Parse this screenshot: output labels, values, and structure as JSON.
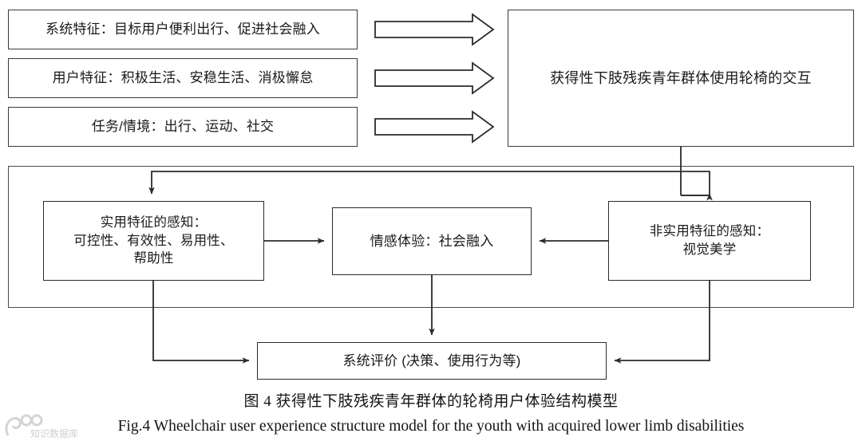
{
  "figure": {
    "id": "fig-4",
    "caption_cn": "图 4   获得性下肢残疾青年群体的轮椅用户体验结构模型",
    "caption_en": "Fig.4 Wheelchair user experience structure model for the youth with acquired lower limb disabilities",
    "watermark_text": "知识数据库"
  },
  "colors": {
    "stroke": "#2b2b2b",
    "container_stroke": "#4a4a4a",
    "text": "#1a1a1a",
    "background": "#ffffff"
  },
  "inputs": [
    {
      "key": "system",
      "label": "系统特征：目标用户便利出行、促进社会融入"
    },
    {
      "key": "user",
      "label": "用户特征：积极生活、安稳生活、消极懈怠"
    },
    {
      "key": "task",
      "label": "任务/情境：出行、运动、社交"
    }
  ],
  "interaction": {
    "label": "获得性下肢残疾青年群体使用轮椅的交互"
  },
  "perception": {
    "utilitarian": "实用特征的感知：\n可控性、有效性、易用性、\n帮助性",
    "emotion": "情感体验：社会融入",
    "non_utilitarian": "非实用特征的感知：\n视觉美学"
  },
  "evaluation": {
    "label": "系统评价 (决策、使用行为等)"
  },
  "connectors": [
    {
      "from": "system",
      "to": "interaction",
      "style": "block-arrow"
    },
    {
      "from": "user",
      "to": "interaction",
      "style": "block-arrow"
    },
    {
      "from": "task",
      "to": "interaction",
      "style": "block-arrow"
    },
    {
      "from": "interaction",
      "to": "utilitarian",
      "style": "line-arrow"
    },
    {
      "from": "interaction",
      "to": "non_utilitarian",
      "style": "line-arrow"
    },
    {
      "from": "utilitarian",
      "to": "emotion",
      "style": "line-arrow"
    },
    {
      "from": "non_utilitarian",
      "to": "emotion",
      "style": "line-arrow"
    },
    {
      "from": "utilitarian",
      "to": "evaluation",
      "style": "line-arrow"
    },
    {
      "from": "emotion",
      "to": "evaluation",
      "style": "line-arrow"
    },
    {
      "from": "non_utilitarian",
      "to": "evaluation",
      "style": "line-arrow"
    }
  ]
}
